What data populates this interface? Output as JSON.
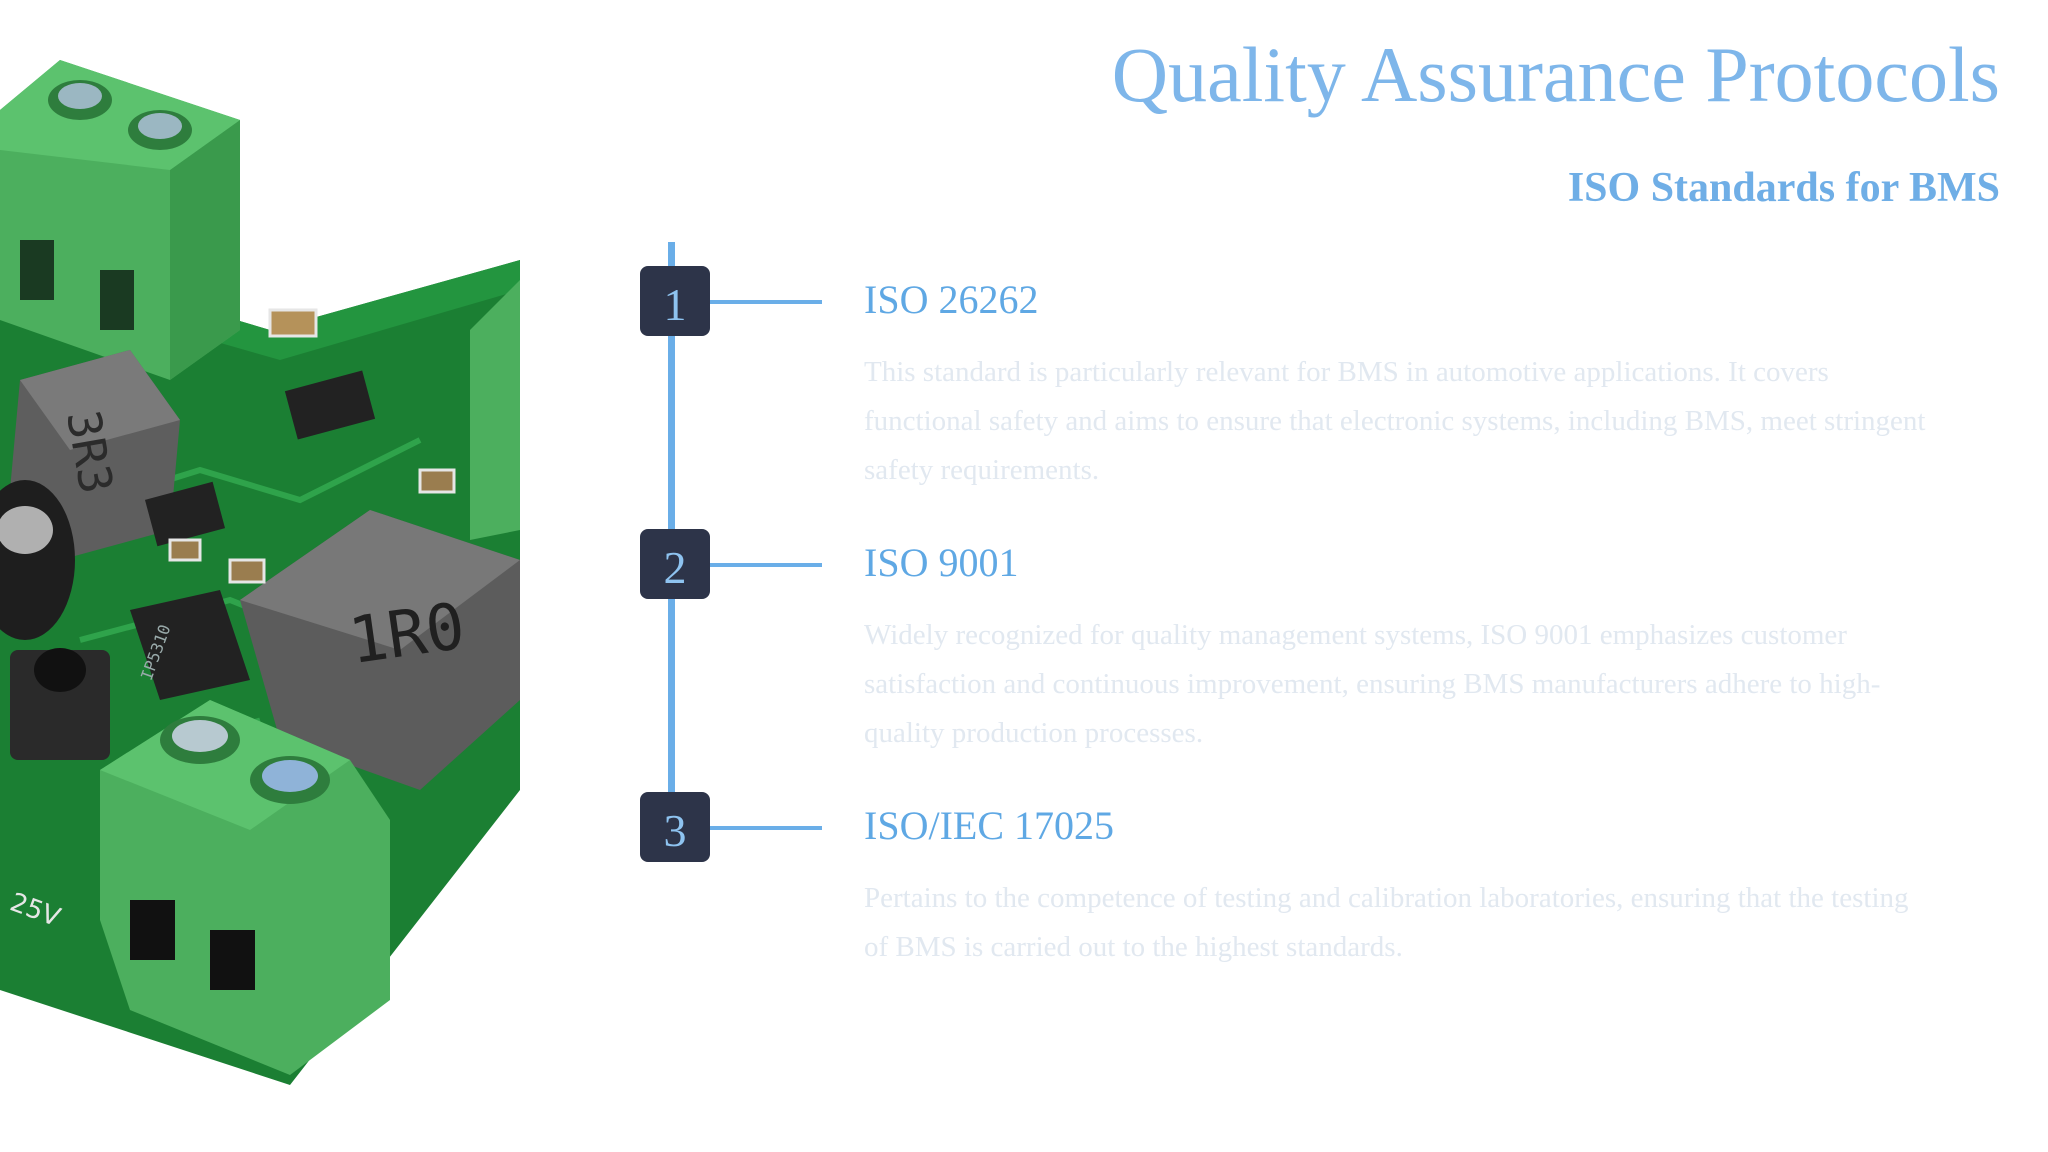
{
  "slide": {
    "title": "Quality Assurance Protocols",
    "subtitle": "ISO Standards for BMS"
  },
  "illustration": {
    "icon": "pcb-board-image",
    "markings": {
      "inductor_small": "3R3",
      "inductor_large": "1R0",
      "chip": "IP5310",
      "silk": "25V"
    }
  },
  "steps": [
    {
      "number": "1",
      "title": "ISO 26262",
      "description": "This standard is particularly relevant for BMS in automotive applications. It covers functional safety and aims to ensure that electronic systems, including BMS, meet stringent safety requirements."
    },
    {
      "number": "2",
      "title": "ISO 9001",
      "description": "Widely recognized for quality management systems, ISO 9001 emphasizes customer satisfaction and continuous improvement, ensuring BMS manufacturers adhere to high-quality production processes."
    },
    {
      "number": "3",
      "title": "ISO/IEC 17025",
      "description": "Pertains to the competence of testing and calibration laboratories, ensuring that the testing of BMS is carried out to the highest standards."
    }
  ],
  "colors": {
    "accent": "#6aaee8",
    "badge": "#2d3449",
    "pcb_green": "#1f8a3a",
    "terminal_green": "#4caf5e"
  }
}
